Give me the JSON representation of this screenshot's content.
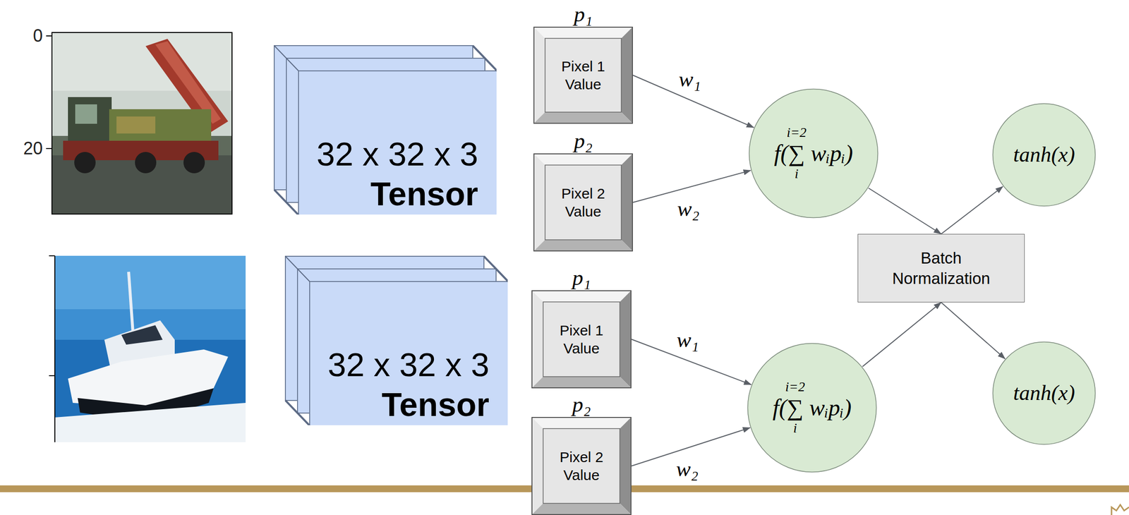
{
  "diagram": {
    "nodes": [
      {
        "text": [
          "32 x 32 x 3",
          "Tensor"
        ]
      },
      {
        "text": [
          "p₁",
          "Pixel 1 Value"
        ]
      },
      {
        "text": [
          "p₂",
          "Pixel 2 Value"
        ]
      },
      {
        "text": [
          "i=2",
          "f(∑ wᵢpᵢ)",
          "i"
        ]
      },
      {
        "text": [
          "tanh(x)"
        ]
      },
      {
        "text": [
          "Batch Normalization"
        ]
      },
      {
        "text": [
          "32 x 32 x 3",
          "Tensor"
        ]
      },
      {
        "text": [
          "p₁",
          "Pixel 1 Value"
        ]
      },
      {
        "text": [
          "p₂",
          "Pixel 2 Value"
        ]
      },
      {
        "text": [
          "i=2",
          "f(∑ wᵢpᵢ)",
          "i"
        ]
      },
      {
        "text": [
          "tanh(x)"
        ]
      }
    ],
    "edges": [
      {
        "from": 1,
        "to": 3,
        "arrow": "to",
        "label": "w₁"
      },
      {
        "from": 2,
        "to": 3,
        "arrow": "to",
        "label": "w₂"
      },
      {
        "from": 3,
        "to": 5,
        "arrow": "to"
      },
      {
        "from": 5,
        "to": 4,
        "arrow": "to"
      },
      {
        "from": 5,
        "to": 10,
        "arrow": "to"
      },
      {
        "from": 7,
        "to": 9,
        "arrow": "to",
        "label": "w₁"
      },
      {
        "from": 8,
        "to": 9,
        "arrow": "to",
        "label": "w₂"
      },
      {
        "from": 9,
        "to": 5,
        "arrow": "to"
      }
    ],
    "labels": [
      "0",
      "20"
    ]
  }
}
